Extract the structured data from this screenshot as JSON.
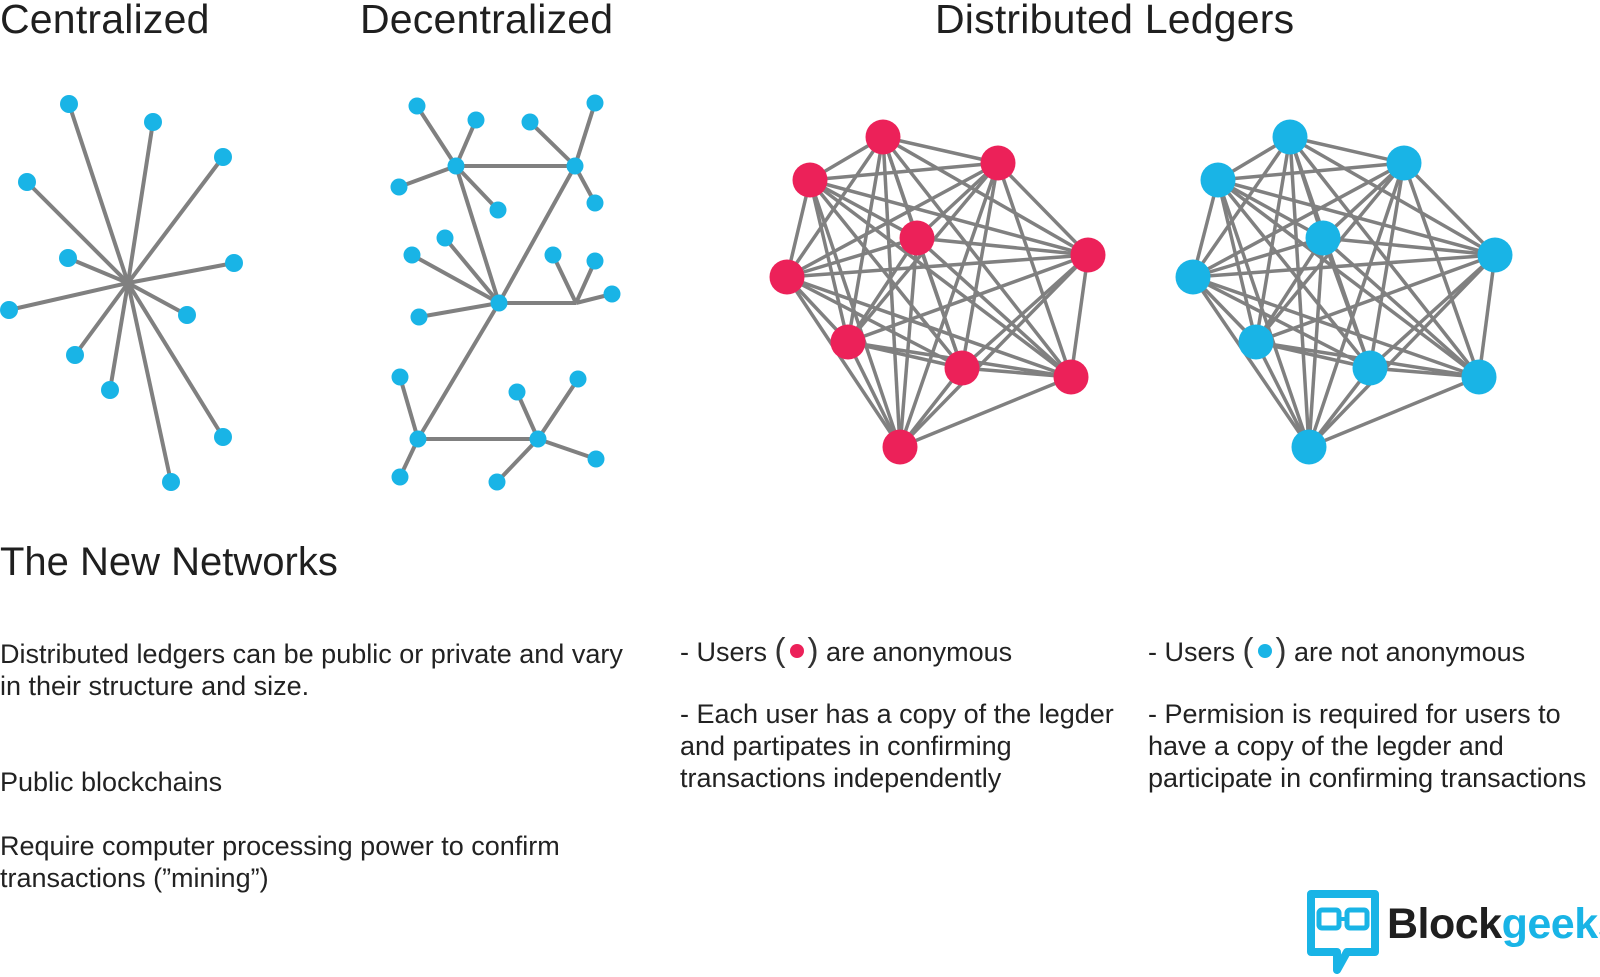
{
  "headings": {
    "centralized": "Centralized",
    "decentralized": "Decentralized",
    "distributed": "Distributed Ledgers"
  },
  "section_title": "The New Networks",
  "intro": "Distributed ledgers can be public or private and vary in their structure and size.",
  "public_label": "Public blockchains",
  "public_desc": "Require computer processing power to confirm transactions (”mining”)",
  "public_network": {
    "line_prefix": "- Users",
    "line_suffix": "are anonymous",
    "paragraph": "- Each user has a copy of the legder and partipates in confirming transactions independently"
  },
  "private_network": {
    "line_prefix": "- Users",
    "line_suffix": "are  not anonymous",
    "paragraph": "- Permision is required for users to have a copy of the legder and participate in confirming transactions"
  },
  "logo": {
    "text_dark": "Block",
    "text_accent": "geeks"
  },
  "colors": {
    "node_blue": "#19b4e6",
    "node_pink": "#ec2159",
    "edge_gray": "#808080",
    "logo_dark": "#1f1f1f",
    "logo_blue": "#19b4e6"
  },
  "icons": {
    "logo": "blockgeeks-glasses-icon"
  }
}
